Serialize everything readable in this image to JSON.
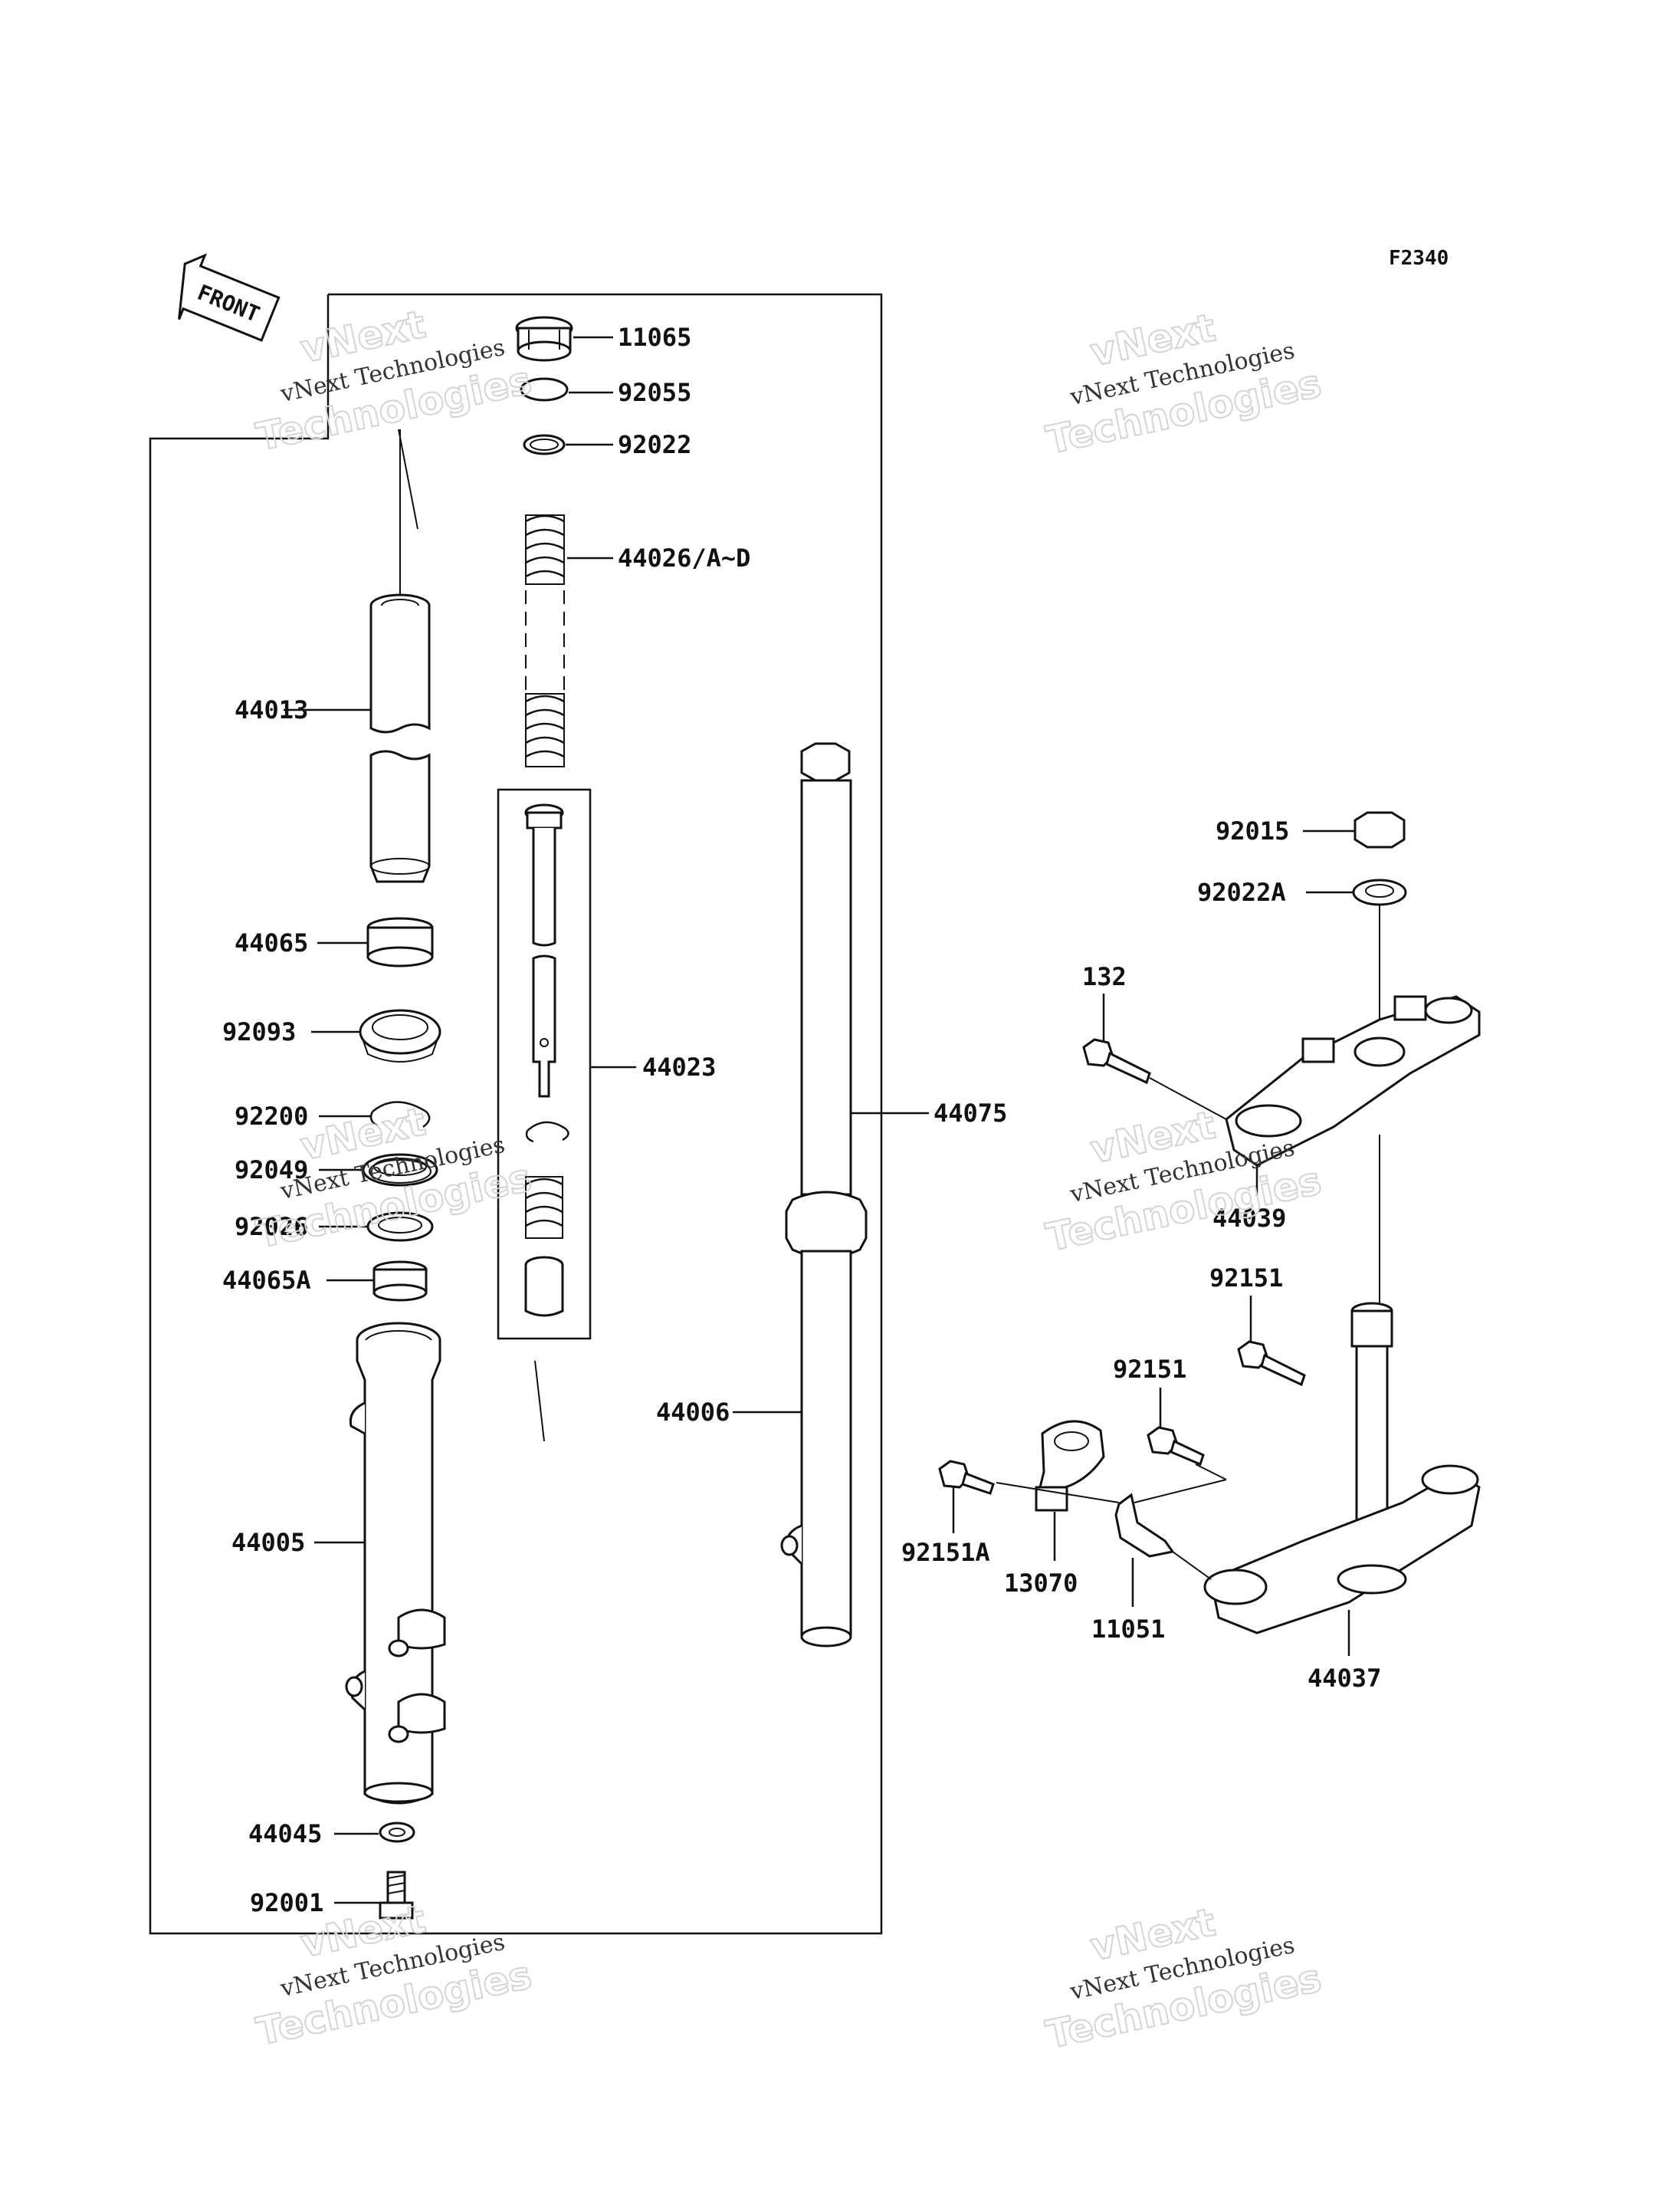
{
  "diagram_code": "F2340",
  "front_marker": "FRONT",
  "watermark": {
    "company": "vNext Technologies",
    "line1": "vNext",
    "line2": "Technologies"
  },
  "parts": {
    "p11065": "11065",
    "p92055": "92055",
    "p92022": "92022",
    "p44026": "44026/A~D",
    "p44013": "44013",
    "p44065": "44065",
    "p92093": "92093",
    "p92200": "92200",
    "p92049": "92049",
    "p92026": "92026",
    "p44065A": "44065A",
    "p44023": "44023",
    "p44075": "44075",
    "p44006": "44006",
    "p44005": "44005",
    "p44045": "44045",
    "p92001": "92001",
    "p92015": "92015",
    "p92022A": "92022A",
    "p132": "132",
    "p44039": "44039",
    "p92151a": "92151",
    "p92151b": "92151",
    "p92151A": "92151A",
    "p13070": "13070",
    "p11051": "11051",
    "p44037": "44037"
  }
}
